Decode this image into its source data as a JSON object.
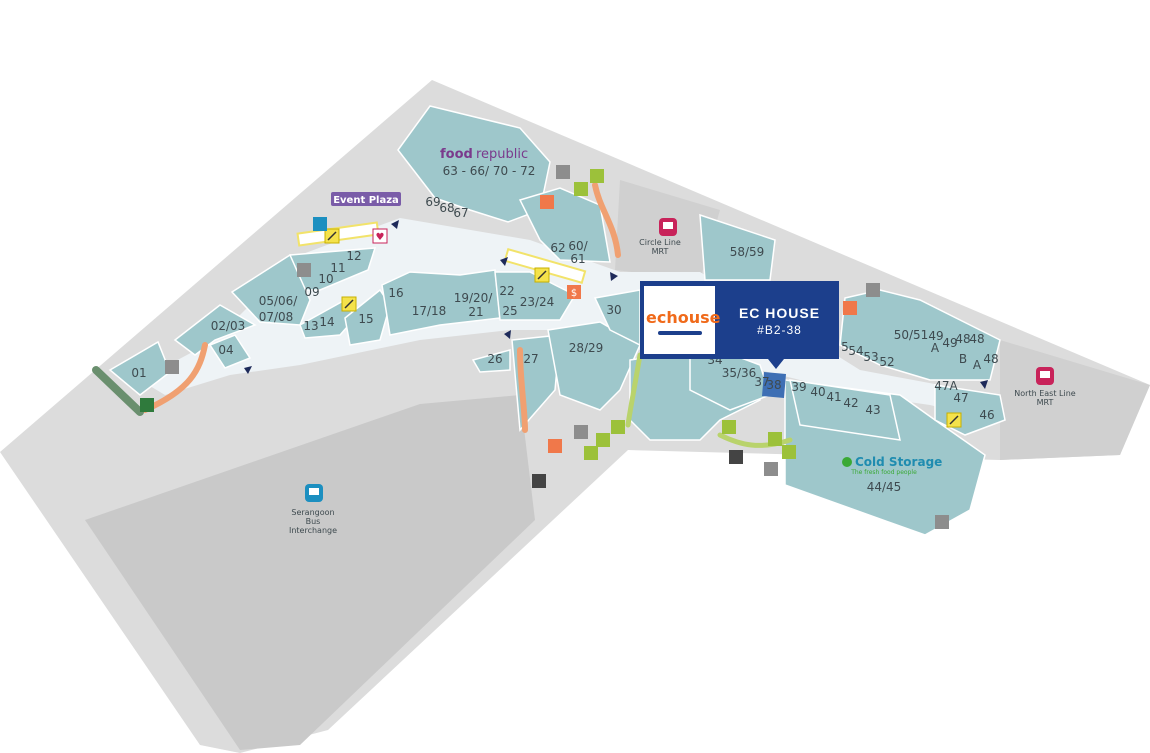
{
  "areas": {
    "event_plaza": "Event Plaza",
    "circle_line": [
      "Circle Line",
      "MRT"
    ],
    "north_east_line": [
      "North East Line",
      "MRT"
    ],
    "bus_interchange": [
      "Serangoon",
      "Bus",
      "Interchange"
    ]
  },
  "anchors": {
    "food_republic": {
      "name_a": "food",
      "name_b": "republic",
      "units": "63 - 66/ 70 - 72"
    },
    "cold_storage": {
      "name": "Cold Storage",
      "tagline": "The fresh food people",
      "units": "44/45"
    }
  },
  "callout": {
    "logo_text": "echouse",
    "name": "EC HOUSE",
    "unit": "#B2-38"
  },
  "units": [
    "01",
    "02/03",
    "04",
    "05/06/",
    "07/08",
    "09",
    "10",
    "11",
    "12",
    "13",
    "14",
    "15",
    "16",
    "17/18",
    "19/20/",
    "21",
    "22",
    "23/24",
    "25",
    "26",
    "27",
    "28/29",
    "30",
    "34",
    "35/36",
    "37",
    "38",
    "39",
    "40",
    "41",
    "42",
    "43",
    "46",
    "47",
    "47A",
    "48",
    "48",
    "48",
    "A",
    "B",
    "A",
    "49",
    "49",
    "50/51",
    "5",
    "54",
    "53",
    "52",
    "58/59",
    "60/",
    "61",
    "62",
    "67",
    "68",
    "69"
  ],
  "colors": {
    "unit_fill": "#9ec7cb",
    "corridor": "#eef3f6",
    "ground": "#dcdcdc",
    "highlight_unit": "#3e6fb4",
    "callout_bg": "#1c3f8c",
    "echouse_orange": "#f06a1a",
    "food_republic_purple": "#7a3a8c",
    "cold_storage_blue": "#1f8cb0",
    "mrt_pink": "#c8235a",
    "event_plaza_purple": "#7a5ca8",
    "facility_green": "#9cc13a",
    "facility_orange": "#f0a071",
    "facility_grey": "#8d8d8d"
  },
  "icons": [
    "escalator-icon",
    "toilet-icon",
    "accessible-icon",
    "lift-icon",
    "stairs-icon",
    "atm-icon",
    "mrt-icon",
    "bus-icon",
    "defibrillator-icon",
    "info-counter-icon",
    "arrow-icon"
  ]
}
